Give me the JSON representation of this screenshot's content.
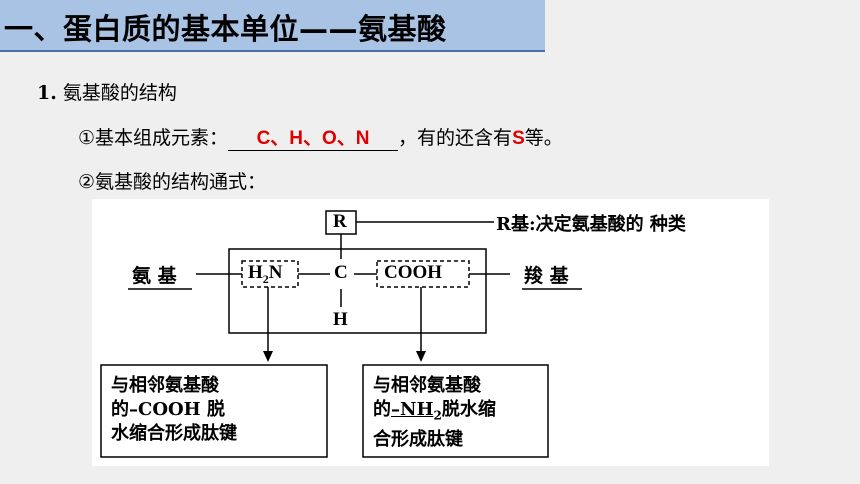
{
  "title": "一、蛋白质的基本单位——氨基酸",
  "section1": {
    "number": "1.",
    "label": "氨基酸的结构"
  },
  "item1": {
    "prefix": "①基本组成元素：",
    "answer": "C、H、O、N",
    "suffix_part1": "，有的还含有",
    "red_letter": "S",
    "suffix_part2": "等。"
  },
  "item2": {
    "label": "②氨基酸的结构通式："
  },
  "diagram": {
    "r_group": "R",
    "r_group_label": "R基:决定氨基酸的 种类",
    "amino_label": "氨 基",
    "amino_formula_h": "H",
    "amino_formula_sub": "2",
    "amino_formula_n": "N",
    "central_carbon": "C",
    "hydrogen": "H",
    "carboxyl_formula": "COOH",
    "carboxyl_label": "羧 基",
    "box_left": [
      "与相邻氨基酸",
      "的–COOH 脱",
      "水缩合形成肽键"
    ],
    "box_right_line1": "与相邻氨基酸",
    "box_right_line2_pre": "的",
    "box_right_line2_formula": "–NH",
    "box_right_line2_sub": "2",
    "box_right_line2_post": "脱水缩",
    "box_right_line3": "合形成肽键"
  },
  "colors": {
    "title_bg": "#a9c3e5",
    "accent_red": "#e00000"
  }
}
